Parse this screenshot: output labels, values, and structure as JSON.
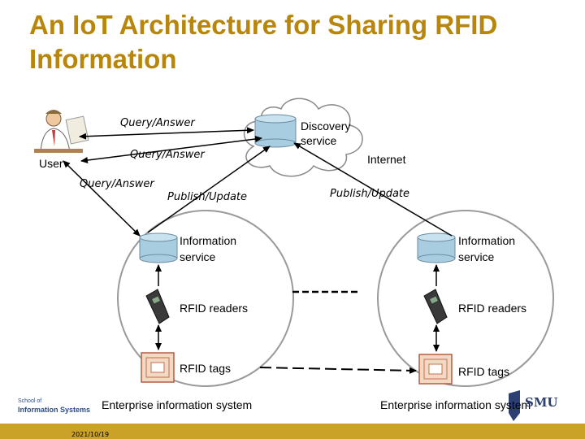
{
  "title": "An IoT Architecture for Sharing RFID Information",
  "labels": {
    "user": "User",
    "discovery_line1": "Discovery",
    "discovery_line2": "service",
    "internet": "Internet",
    "query_answer_1": "Query/Answer",
    "query_answer_2": "Query/Answer",
    "query_answer_3": "Query/Answer",
    "publish_update_left": "Publish/Update",
    "publish_update_right": "Publish/Update"
  },
  "left_system": {
    "info_line1": "Information",
    "info_line2": "service",
    "readers": "RFID readers",
    "tags": "RFID tags",
    "caption": "Enterprise information system"
  },
  "right_system": {
    "info_line1": "Information",
    "info_line2": "service",
    "readers": "RFID readers",
    "tags": "RFID tags",
    "caption": "Enterprise information system"
  },
  "footer": {
    "date": "2021/10/19",
    "school_line1": "School of",
    "school_line2": "Information Systems",
    "logo_text": "SMU"
  },
  "colors": {
    "title": "#b8860b",
    "footer_bar": "#c9a227",
    "cylinder": "#a8cde0",
    "circle_stroke": "#9a9a9a"
  }
}
